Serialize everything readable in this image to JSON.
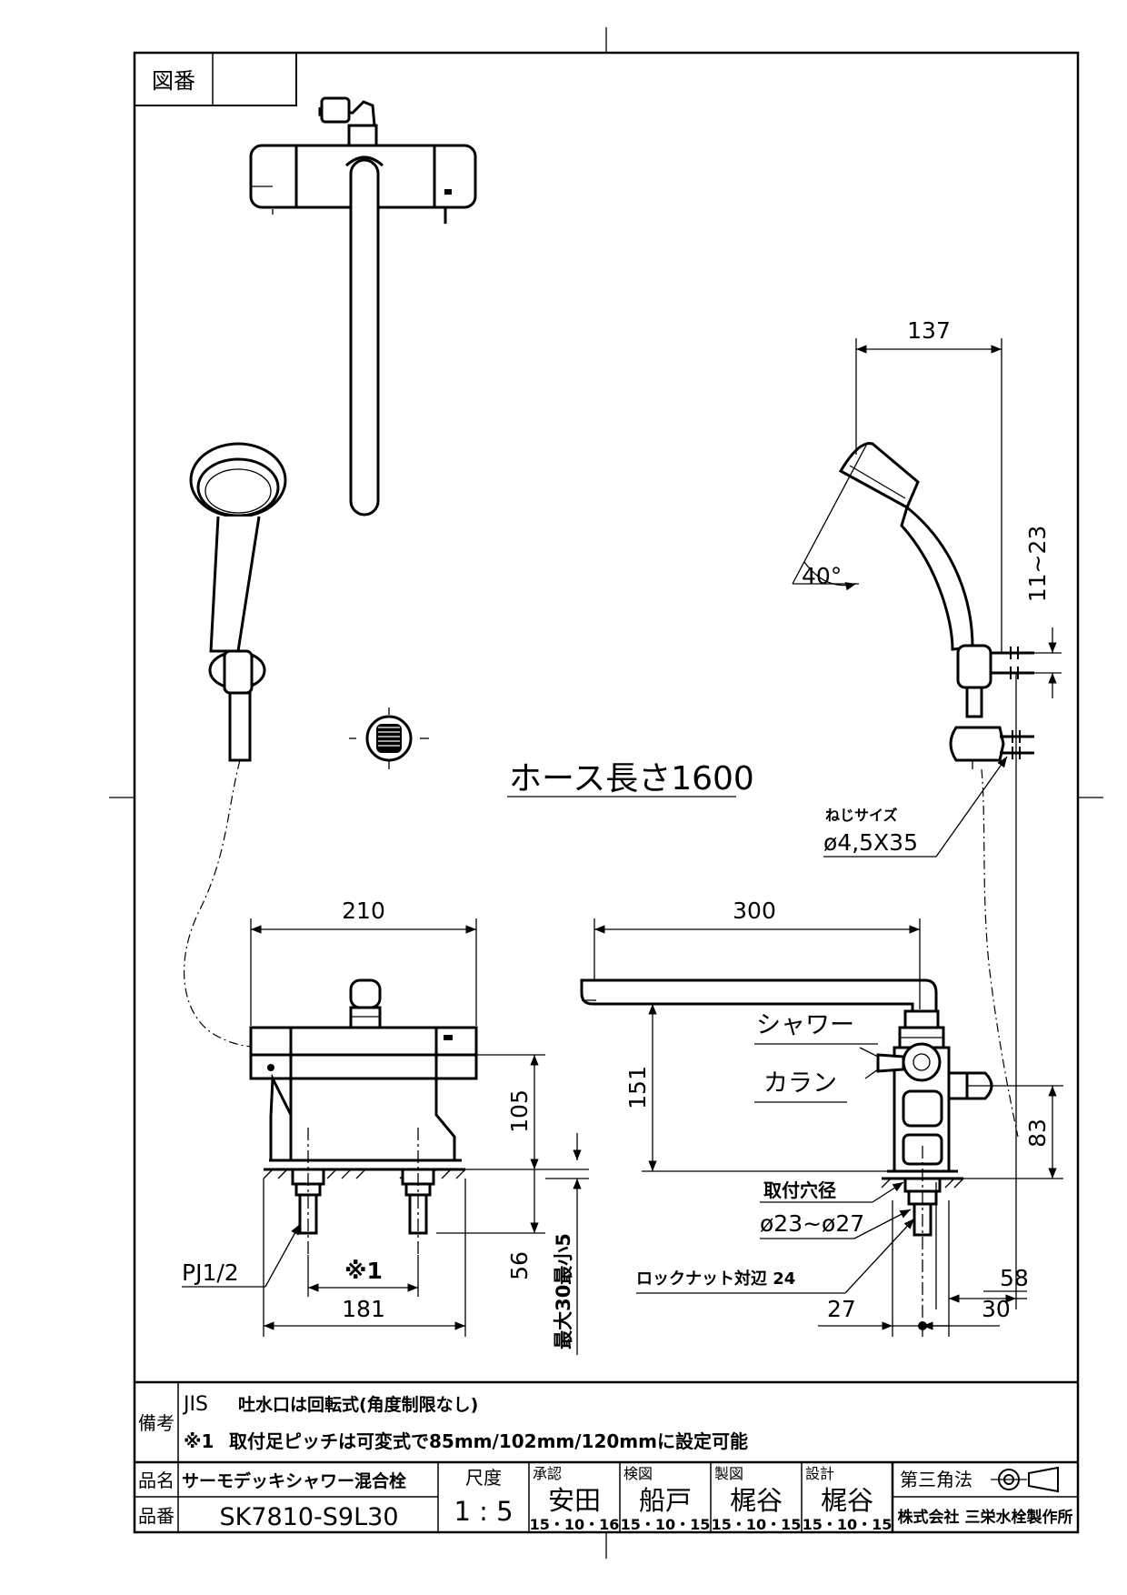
{
  "drawing_number_label": "図番",
  "drawing_number_value": "",
  "dimensions": {
    "d137": "137",
    "d11_23": "11~23",
    "angle": "40°",
    "d210": "210",
    "d300": "300",
    "d105": "105",
    "d151": "151",
    "d83": "83",
    "d56": "56",
    "d181": "181",
    "d58": "58",
    "d27": "27",
    "d30": "30",
    "max_min": "最大30最小5",
    "pitch_ref": "※1"
  },
  "annotations": {
    "hose_length": "ホース長さ1600",
    "screw_size_label": "ねじサイズ",
    "screw_size_value": "ø4,5X35",
    "shower": "シャワー",
    "karan": "カラン",
    "mount_hole_label": "取付穴径",
    "mount_hole_value": "ø23~ø27",
    "locknut": "ロックナット対辺 24",
    "pj": "PJ1/2"
  },
  "notes": {
    "label": "備考",
    "line1_prefix": "JIS",
    "line1_text": "吐水口は回転式(角度制限なし)",
    "line2_mark": "※1",
    "line2_text": "取付足ピッチは可変式で85mm/102mm/120mmに設定可能"
  },
  "title_block": {
    "product_name_label": "品名",
    "product_name": "サーモデッキシャワー混合栓",
    "product_code_label": "品番",
    "product_code": "SK7810-S9L30",
    "scale_label": "尺度",
    "scale": "1 : 5",
    "approved_label": "承認",
    "approved_name": "安田",
    "approved_date": "15・10・16",
    "checked_label": "検図",
    "checked_name": "船戸",
    "checked_date": "15・10・15",
    "drawn_label": "製図",
    "drawn_name": "梶谷",
    "drawn_date": "15・10・15",
    "design_label": "設計",
    "design_name": "梶谷",
    "design_date": "15・10・15",
    "projection": "第三角法",
    "company": "株式会社 三栄水栓製作所"
  }
}
